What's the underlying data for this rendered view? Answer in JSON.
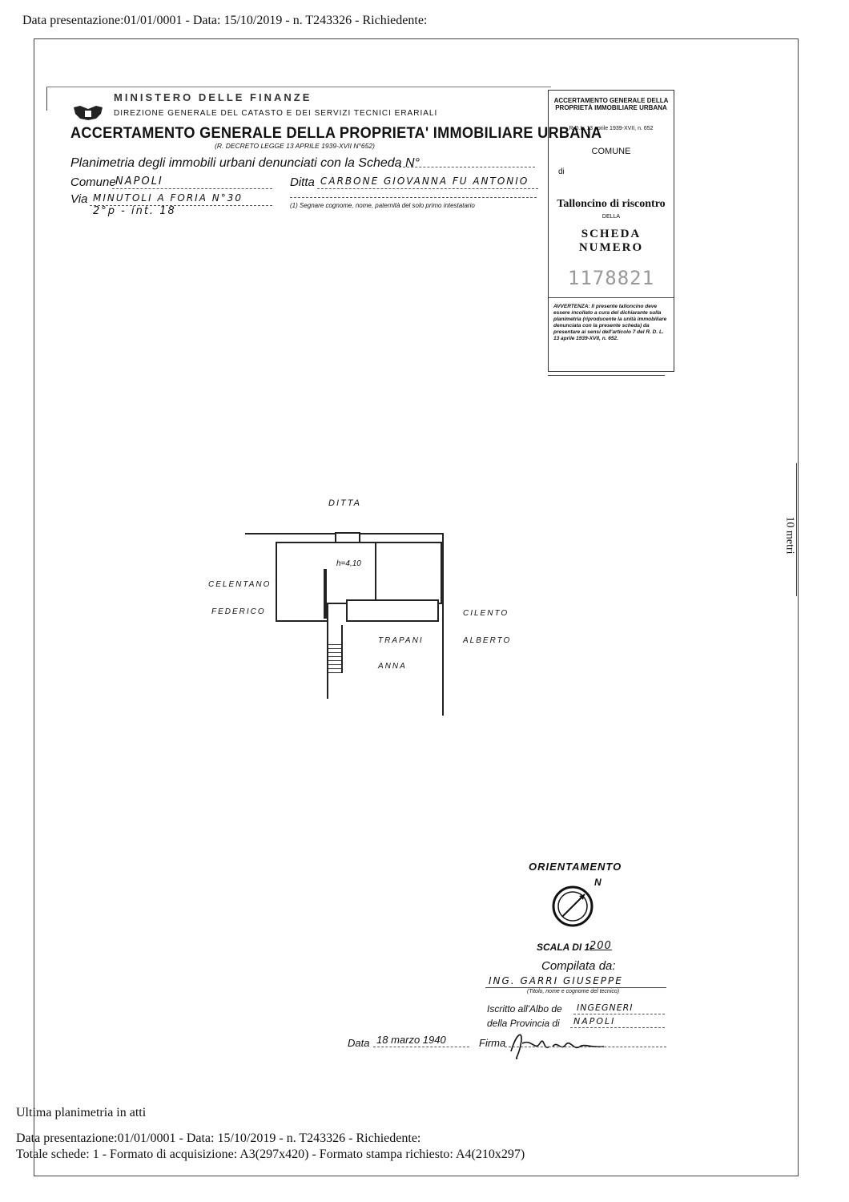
{
  "header": {
    "text": "Data presentazione:01/01/0001 - Data: 15/10/2019 - n. T243326 - Richiedente:"
  },
  "form": {
    "ministero": "MINISTERO DELLE FINANZE",
    "direzione": "DIREZIONE GENERALE DEL CATASTO E DEI SERVIZI TECNICI ERARIALI",
    "title": "ACCERTAMENTO GENERALE DELLA PROPRIETA' IMMOBILIARE URBANA",
    "decreto": "(R. DECRETO LEGGE 13 APRILE 1939-XVII N°652)",
    "planimetria_label": "Planimetria degli immobili urbani denunciati con la Scheda N°",
    "comune_label": "Comune",
    "comune_value": "NAPOLI",
    "ditta_label": "Ditta",
    "ditta_value": "CARBONE GIOVANNA FU ANTONIO",
    "via_label": "Via",
    "via_value": "MINUTOLI A FORIA N°30",
    "piano_value": "2°p - int. 18",
    "note": "(1) Segnare cognome, nome, paternità del solo primo intestatario"
  },
  "side_box": {
    "header": "ACCERTAMENTO GENERALE DELLA PROPRIETÀ IMMOBILIARE URBANA",
    "rdl": "R.D.L. 13 aprile 1939-XVII, n. 652",
    "comune": "COMUNE",
    "di": "di",
    "talloncino": "Talloncino di riscontro",
    "della": "DELLA",
    "scheda": "SCHEDA NUMERO",
    "numero": "1178821",
    "avvertenza": "AVVERTENZA: Il presente talloncino deve essere incollato a cura del dichiarante sulla planimetria (riproducente la unità immobiliare denunciata con la presente scheda) da presentare ai sensi dell'articolo 7 del R. D. L. 13 aprile 1939-XVII, n. 652."
  },
  "plan": {
    "ditta": "DITTA",
    "celentano": "CELENTANO",
    "federico": "FEDERICO",
    "height": "h=4,10",
    "cilento": "CILENTO",
    "alberto": "ALBERTO",
    "trapani": "TRAPANI",
    "anna": "ANNA"
  },
  "scale_bar": {
    "label": "10 metri"
  },
  "orientation": {
    "title": "ORIENTAMENTO",
    "north": "N"
  },
  "scale": {
    "label": "SCALA DI 1:",
    "value": "200"
  },
  "compiled": {
    "label": "Compilata da:",
    "name": "ING. GARRI GIUSEPPE",
    "name_note": "(Titolo, nome e cognome del tecnico)",
    "albo_label": "Iscritto all'Albo de",
    "albo_value": "INGEGNERI",
    "provincia_label": "della Provincia di",
    "provincia_value": "NAPOLI",
    "data_label": "Data",
    "data_value": "18 marzo 1940",
    "firma_label": "Firma"
  },
  "footer": {
    "line1": "Ultima planimetria in atti",
    "line2": "Data presentazione:01/01/0001 - Data: 15/10/2019 - n. T243326 - Richiedente:",
    "line3": "Totale schede: 1 - Formato di acquisizione: A3(297x420) - Formato stampa richiesto: A4(210x297)"
  }
}
